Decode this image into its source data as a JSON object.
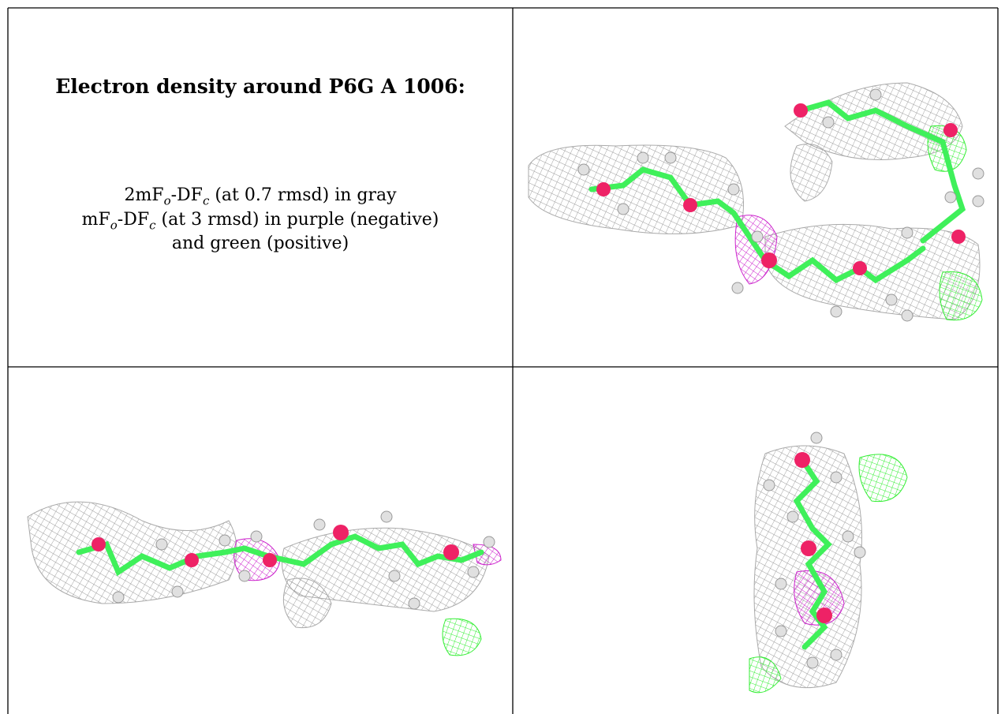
{
  "caption": {
    "title": "Electron density around P6G A 1006:",
    "line1_prefix": "2mF",
    "line1_sub_o": "o",
    "line1_mid": "-DF",
    "line1_sub_c": "c",
    "line1_suffix": " (at 0.7 rmsd) in gray",
    "line2_prefix": "mF",
    "line2_sub_o": "o",
    "line2_mid": "-DF",
    "line2_sub_c": "c",
    "line2_suffix": " (at 3 rmsd) in purple (negative)",
    "line3": "and green (positive)"
  },
  "colors": {
    "density_2fofc": "#8a8a8a",
    "density_negative": "#cc22cc",
    "density_positive": "#33ee33",
    "carbon": "#3ff05a",
    "oxygen": "#ee2266",
    "hydrogen": "#e0e0e0",
    "grid_line": "#000000"
  },
  "views": [
    {
      "name": "view-top-right",
      "icon": "molecule-density-render"
    },
    {
      "name": "view-bottom-left",
      "icon": "molecule-density-render"
    },
    {
      "name": "view-bottom-right",
      "icon": "molecule-density-render"
    }
  ]
}
